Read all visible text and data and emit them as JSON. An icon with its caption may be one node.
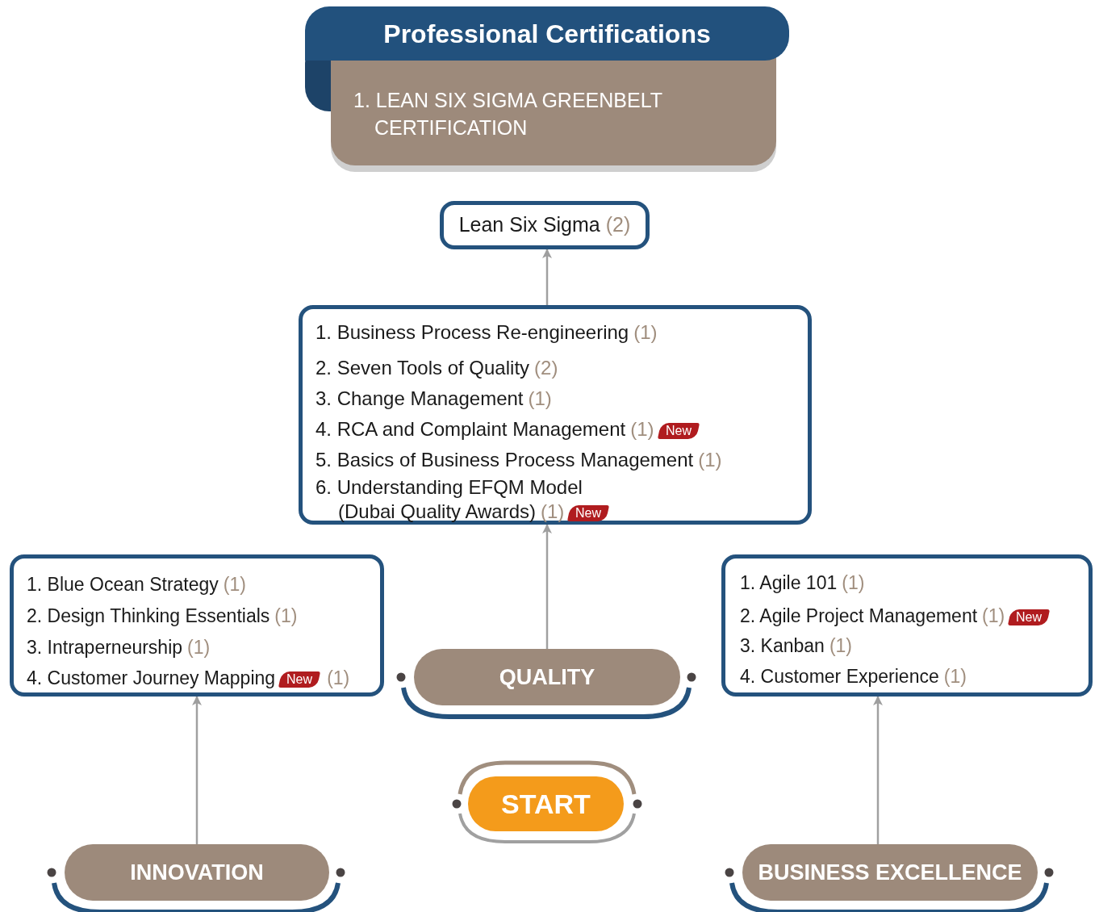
{
  "diagram": {
    "nodes": [
      {
        "text": [
          "Professional Certifications",
          "1. LEAN SIX SIGMA GREENBELT CERTIFICATION"
        ]
      },
      {
        "text": [
          "Lean Six Sigma",
          "(2)"
        ]
      },
      {
        "text": [
          "1. Business Process Re-engineering",
          "(1)",
          "2. Seven Tools of Quality",
          "(2)",
          "3. Change Management",
          "(1)",
          "4. RCA and Complaint Management",
          "(1)",
          "5. Basics of Business Process Management",
          "(1)",
          "6. Understanding EFQM Model (Dubai Quality Awards)",
          "(1)"
        ]
      },
      {
        "text": [
          "New"
        ],
        "in": 2
      },
      {
        "text": [
          "New"
        ],
        "in": 2
      },
      {
        "text": [
          "1. Blue Ocean Strategy",
          "(1)",
          "2. Design Thinking Essentials",
          "(1)",
          "3. Intraperneurship",
          "(1)",
          "4. Customer Journey Mapping",
          "(1)"
        ]
      },
      {
        "text": [
          "New"
        ],
        "in": 5
      },
      {
        "text": [
          "1. Agile 101",
          "(1)",
          "2. Agile Project Management",
          "(1)",
          "3. Kanban",
          "(1)",
          "4. Customer Experience",
          "(1)"
        ]
      },
      {
        "text": [
          "New"
        ],
        "in": 7
      },
      {
        "text": [
          "QUALITY"
        ]
      },
      {
        "text": [
          "START"
        ]
      },
      {
        "text": [
          "INNOVATION"
        ]
      },
      {
        "text": [
          "BUSINESS EXCELLENCE"
        ]
      }
    ],
    "edges": [
      {
        "from": 9,
        "to": 2,
        "arrow": "to"
      },
      {
        "from": 2,
        "to": 1,
        "arrow": "to"
      },
      {
        "from": 11,
        "to": 5,
        "arrow": "to"
      },
      {
        "from": 12,
        "to": 7,
        "arrow": "to"
      }
    ]
  }
}
